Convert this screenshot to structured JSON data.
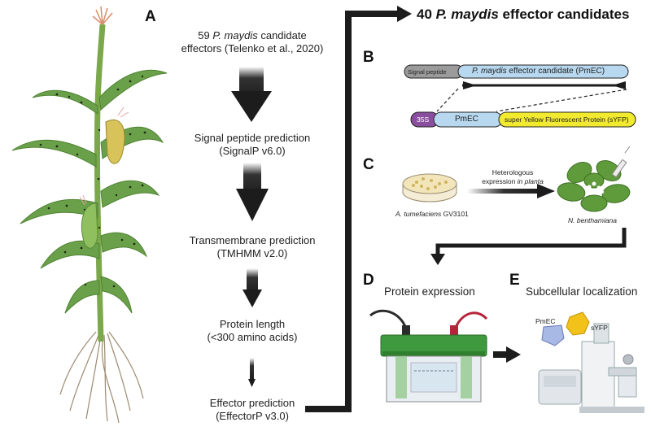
{
  "panels": {
    "a": "A",
    "b": "B",
    "c": "C",
    "d": "D",
    "e": "E"
  },
  "pipeline": {
    "step1_pre": "59 ",
    "step1_species": "P. maydis",
    "step1_post": " candidate",
    "step1_line2": "effectors (Telenko et al., 2020)",
    "step2_line1": "Signal peptide prediction",
    "step2_line2": "(SignalP v6.0)",
    "step3_line1": "Transmembrane prediction",
    "step3_line2": "(TMHMM v2.0)",
    "step4_line1": "Protein length",
    "step4_line2": "(<300 amino acids)",
    "step5_line1": "Effector prediction",
    "step5_line2": "(EffectorP v3.0)"
  },
  "result": {
    "pre": "40 ",
    "species": "P. maydis",
    "post": " effector candidates"
  },
  "construct": {
    "signal_peptide": "Signal peptide",
    "pmec_long_species": "P. maydis",
    "pmec_long_post": " effector candidate (PmEC)",
    "promoter": "35S",
    "pmec_short": "PmEC",
    "syfp": "super Yellow Fluorescent Protein (sYFP)"
  },
  "agro": {
    "label_line1": "Heterologous",
    "label_line2_pre": "expression ",
    "label_line2_italic": "in planta",
    "strain_species": "A. tumefaciens",
    "strain_code": " GV3101",
    "host": "N. benthamiana"
  },
  "panel_d": {
    "title": "Protein expression"
  },
  "panel_e": {
    "title": "Subcellular localization",
    "pmec_label": "PmEC",
    "syfp_label": "sYFP"
  },
  "colors": {
    "arrow": "#1c1c1c",
    "leaf_green": "#5f9a3b",
    "signal_grey": "#9b9b9b",
    "pmec_blue": "#b7d8ef",
    "promoter_purple": "#8a4e9e",
    "syfp_yellow": "#f2ea2f",
    "gel_green": "#3f9a3f",
    "cable_red": "#b5263a"
  }
}
